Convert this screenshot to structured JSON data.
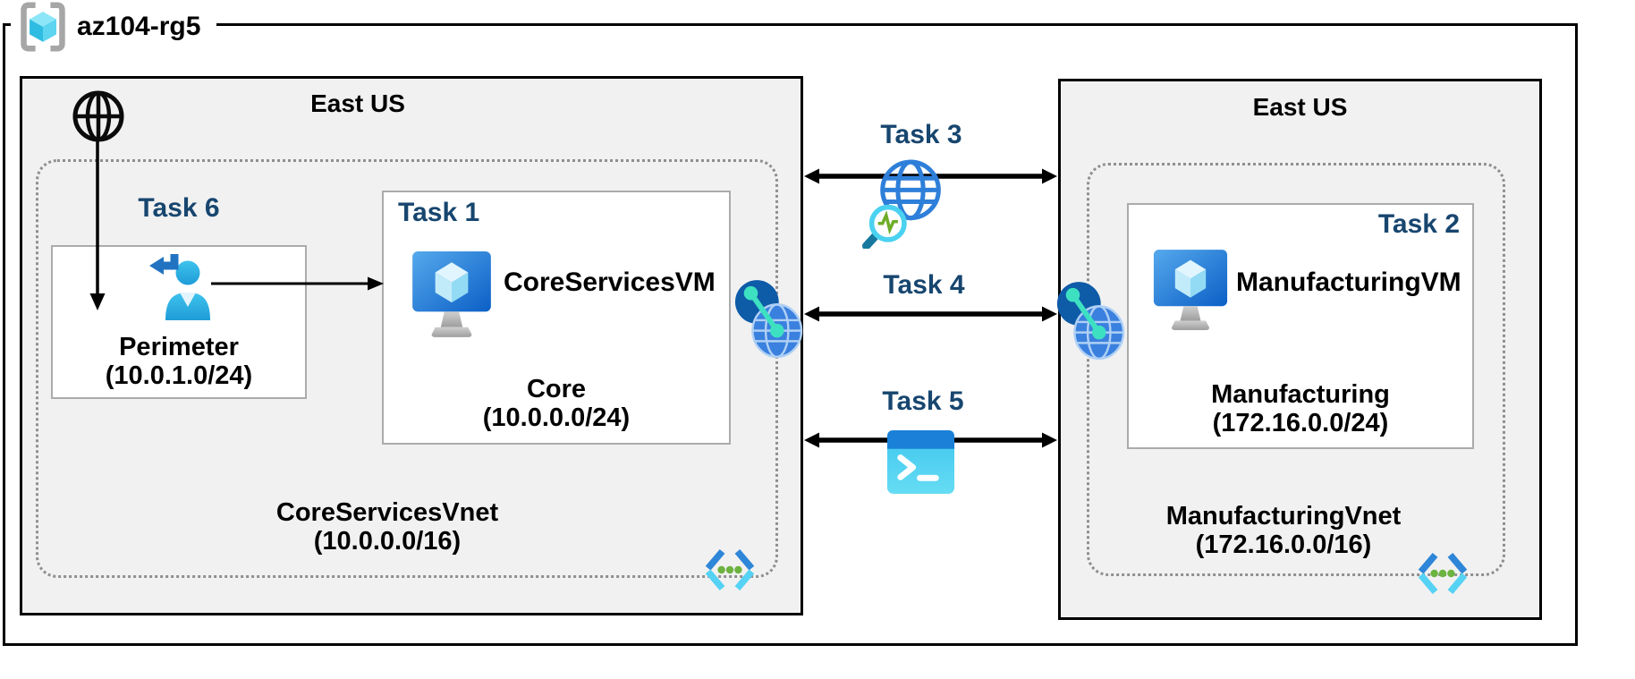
{
  "resource_group": {
    "label": "az104-rg5"
  },
  "regions": {
    "left": {
      "title": "East US",
      "vnet_name": "CoreServicesVnet",
      "vnet_cidr": "(10.0.0.0/16)",
      "subnets": {
        "perimeter": {
          "task_label": "Task 6",
          "name": "Perimeter",
          "cidr": "(10.0.1.0/24)"
        },
        "core": {
          "task_label": "Task 1",
          "vm_name": "CoreServicesVM",
          "name": "Core",
          "cidr": "(10.0.0.0/24)"
        }
      }
    },
    "right": {
      "title": "East US",
      "vnet_name": "ManufacturingVnet",
      "vnet_cidr": "(172.16.0.0/16)",
      "subnets": {
        "manufacturing": {
          "task_label": "Task 2",
          "vm_name": "ManufacturingVM",
          "name": "Manufacturing",
          "cidr": "(172.16.0.0/24)"
        }
      }
    }
  },
  "connections": {
    "task3": {
      "label": "Task 3",
      "icon": "network-watcher-icon"
    },
    "task4": {
      "label": "Task 4",
      "icon": "vnet-peering-icon"
    },
    "task5": {
      "label": "Task 5",
      "icon": "cloud-shell-icon"
    }
  },
  "icons": {
    "resource_group": "resource-group-brackets-cube",
    "internet": "globe-outline",
    "perimeter_entry": "guest-user-arrow",
    "vm": "azure-vm-monitor-cube",
    "vnet": "angle-brackets-green-dots",
    "peering": "two-globes-teal-link",
    "network_watcher": "globe-magnifier-pulse",
    "cloud_shell": "terminal-prompt"
  },
  "colors": {
    "task_label": "#17466F",
    "region_bg": "#F1F1F1",
    "border_black": "#000000",
    "box_border_gray": "#ABABAB",
    "dotted_gray": "#8F8F8F",
    "azure_blue": "#1B80D8",
    "cyan": "#4FD1F0",
    "teal_link": "#3EE0C2",
    "green_dot": "#6CB33F"
  }
}
